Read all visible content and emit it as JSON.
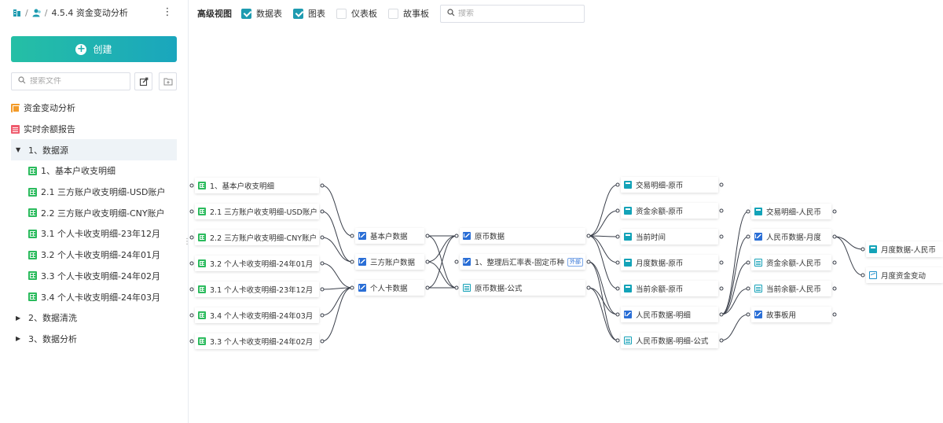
{
  "breadcrumb": {
    "separator": "/",
    "title": "4.5.4 资金变动分析"
  },
  "sidebar": {
    "create_label": "创建",
    "search_placeholder": "搜索文件",
    "items": [
      {
        "label": "资金变动分析",
        "icon": "dashboard-icon"
      },
      {
        "label": "实时余额报告",
        "icon": "story-icon"
      },
      {
        "label": "1、数据源",
        "icon": "caret-down-icon",
        "expanded": true
      },
      {
        "label": "1、基本户收支明细",
        "icon": "sheet-icon"
      },
      {
        "label": "2.1 三方账户收支明细-USD账户",
        "icon": "sheet-icon"
      },
      {
        "label": "2.2 三方账户收支明细-CNY账户",
        "icon": "sheet-icon"
      },
      {
        "label": "3.1 个人卡收支明细-23年12月",
        "icon": "sheet-icon"
      },
      {
        "label": "3.2 个人卡收支明细-24年01月",
        "icon": "sheet-icon"
      },
      {
        "label": "3.3 个人卡收支明细-24年02月",
        "icon": "sheet-icon"
      },
      {
        "label": "3.4 个人卡收支明细-24年03月",
        "icon": "sheet-icon"
      },
      {
        "label": "2、数据清洗",
        "icon": "caret-right-icon",
        "expanded": false
      },
      {
        "label": "3、数据分析",
        "icon": "caret-right-icon",
        "expanded": false
      }
    ]
  },
  "topbar": {
    "view_title": "高级视图",
    "filters": [
      {
        "label": "数据表",
        "checked": true
      },
      {
        "label": "图表",
        "checked": true
      },
      {
        "label": "仪表板",
        "checked": false
      },
      {
        "label": "故事板",
        "checked": false
      }
    ],
    "search_placeholder": "搜索"
  },
  "graph": {
    "nodes": [
      {
        "id": "s1",
        "label": "1、基本户收支明细",
        "icon": "sheet"
      },
      {
        "id": "s21",
        "label": "2.1 三方账户收支明细-USD账户",
        "icon": "sheet"
      },
      {
        "id": "s22",
        "label": "2.2 三方账户收支明细-CNY账户",
        "icon": "sheet"
      },
      {
        "id": "s32",
        "label": "3.2 个人卡收支明细-24年01月",
        "icon": "sheet"
      },
      {
        "id": "s31",
        "label": "3.1 个人卡收支明细-23年12月",
        "icon": "sheet"
      },
      {
        "id": "s34",
        "label": "3.4 个人卡收支明细-24年03月",
        "icon": "sheet"
      },
      {
        "id": "s33",
        "label": "3.3 个人卡收支明细-24年02月",
        "icon": "sheet"
      },
      {
        "id": "f1",
        "label": "基本户数据",
        "icon": "flow"
      },
      {
        "id": "f2",
        "label": "三方账户数据",
        "icon": "flow"
      },
      {
        "id": "f3",
        "label": "个人卡数据",
        "icon": "flow"
      },
      {
        "id": "g1",
        "label": "原币数据",
        "icon": "flow"
      },
      {
        "id": "g2",
        "label": "1、整理后汇率表-固定币种",
        "icon": "flow",
        "badge": "外部"
      },
      {
        "id": "g3",
        "label": "原币数据-公式",
        "icon": "formula"
      },
      {
        "id": "h1",
        "label": "交易明细-原币",
        "icon": "table"
      },
      {
        "id": "h2",
        "label": "资金余额-原币",
        "icon": "table"
      },
      {
        "id": "h3",
        "label": "当前时间",
        "icon": "table"
      },
      {
        "id": "h4",
        "label": "月度数据-原币",
        "icon": "table"
      },
      {
        "id": "h5",
        "label": "当前余额-原币",
        "icon": "table"
      },
      {
        "id": "h6",
        "label": "人民币数据-明细",
        "icon": "flow"
      },
      {
        "id": "h7",
        "label": "人民币数据-明细-公式",
        "icon": "formula"
      },
      {
        "id": "i1",
        "label": "交易明细-人民币",
        "icon": "table"
      },
      {
        "id": "i2",
        "label": "人民币数据-月度",
        "icon": "flow"
      },
      {
        "id": "i3",
        "label": "资金余额-人民币",
        "icon": "formula"
      },
      {
        "id": "i4",
        "label": "当前余额-人民币",
        "icon": "formula"
      },
      {
        "id": "i5",
        "label": "故事板用",
        "icon": "flow"
      },
      {
        "id": "j1",
        "label": "月度数据-人民币",
        "icon": "table"
      },
      {
        "id": "j2",
        "label": "月度资金变动",
        "icon": "chart"
      }
    ]
  }
}
